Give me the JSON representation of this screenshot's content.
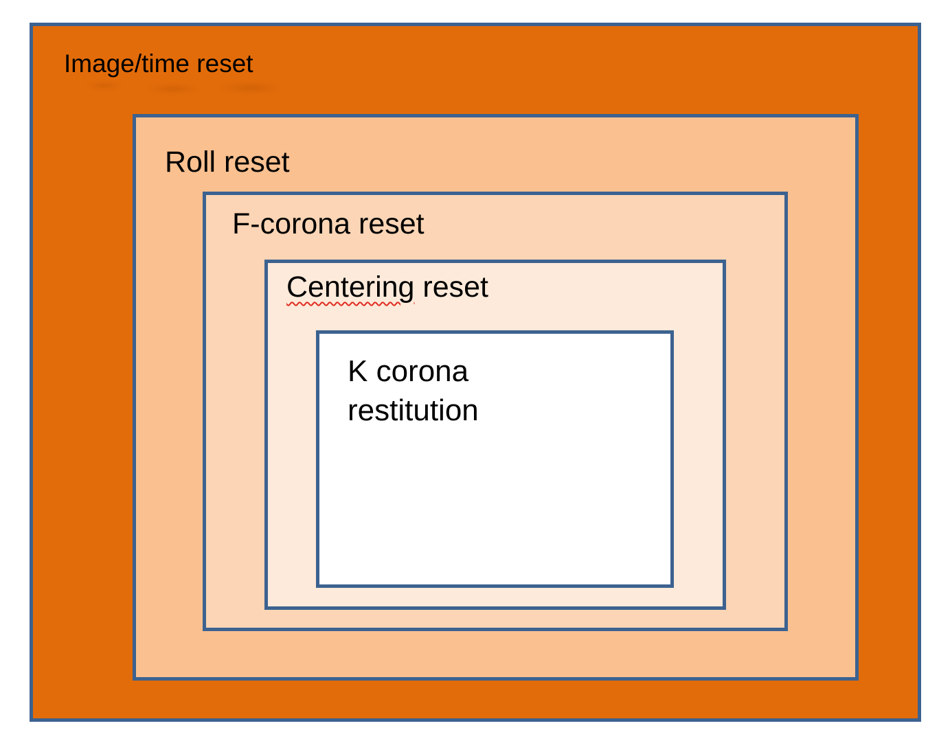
{
  "diagram": {
    "description": "Nested rectangles diagram of reset levels",
    "levels": [
      {
        "label": "Image/time reset",
        "fill": "#E36C0A"
      },
      {
        "label": "Roll reset",
        "fill": "#FAC090"
      },
      {
        "label": "F-corona reset",
        "fill": "#FBD5B5"
      },
      {
        "label": "Centering reset",
        "label_misspelled_word": "Centering",
        "label_suffix": " reset",
        "fill": "#FDEADA"
      },
      {
        "label": "K corona restitution",
        "fill": "#FFFFFF"
      }
    ],
    "colors": {
      "border": "#3C6290",
      "text": "#000000",
      "spellcheck": "#E02B20",
      "ghost": "#8B3D00"
    }
  }
}
